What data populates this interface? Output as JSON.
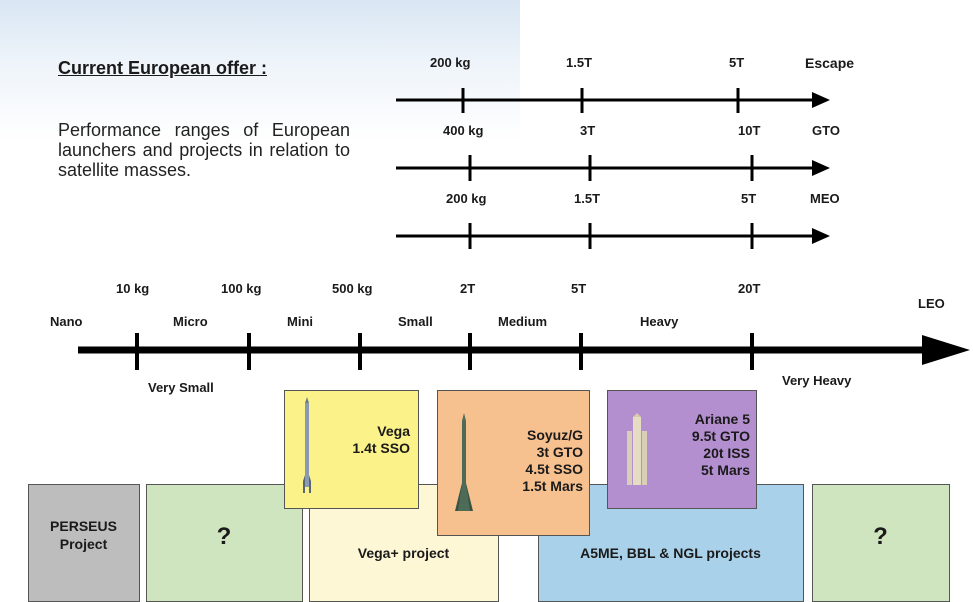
{
  "title": "Current European offer :",
  "description": "Performance ranges of European launchers and projects in relation to satellite masses.",
  "orbit_scales": [
    {
      "name": "Escape",
      "ticks": [
        "200 kg",
        "1.5T",
        "5T"
      ]
    },
    {
      "name": "GTO",
      "ticks": [
        "400 kg",
        "3T",
        "10T"
      ]
    },
    {
      "name": "MEO",
      "ticks": [
        "200 kg",
        "1.5T",
        "5T"
      ]
    }
  ],
  "leo": {
    "name": "LEO",
    "mass_ticks": [
      "10 kg",
      "100 kg",
      "500 kg",
      "2T",
      "5T",
      "20T"
    ],
    "classes_above": [
      "Nano",
      "Micro",
      "Mini",
      "Small",
      "Medium",
      "Heavy"
    ],
    "classes_below": [
      "Very Small",
      "Very Heavy"
    ]
  },
  "launchers": [
    {
      "name": "Vega",
      "lines": [
        "Vega",
        "1.4t SSO"
      ],
      "color": "#fbf28a"
    },
    {
      "name": "Soyuz/G",
      "lines": [
        "Soyuz/G",
        "3t GTO",
        "4.5t SSO",
        "1.5t Mars"
      ],
      "color": "#f7c08f"
    },
    {
      "name": "Ariane 5",
      "lines": [
        "Ariane 5",
        "9.5t GTO",
        "20t ISS",
        "5t Mars"
      ],
      "color": "#b48fcf"
    }
  ],
  "projects": [
    {
      "label": "PERSEUS Project",
      "lines": [
        "PERSEUS",
        "Project"
      ],
      "color": "#bdbdbd"
    },
    {
      "label": "?",
      "color": "#cfe5bf"
    },
    {
      "label": "Vega+ project",
      "color": "#fdf7d6"
    },
    {
      "label": "A5ME, BBL & NGL projects",
      "color": "#a9d2ea"
    },
    {
      "label": "?",
      "color": "#cfe5bf"
    }
  ]
}
